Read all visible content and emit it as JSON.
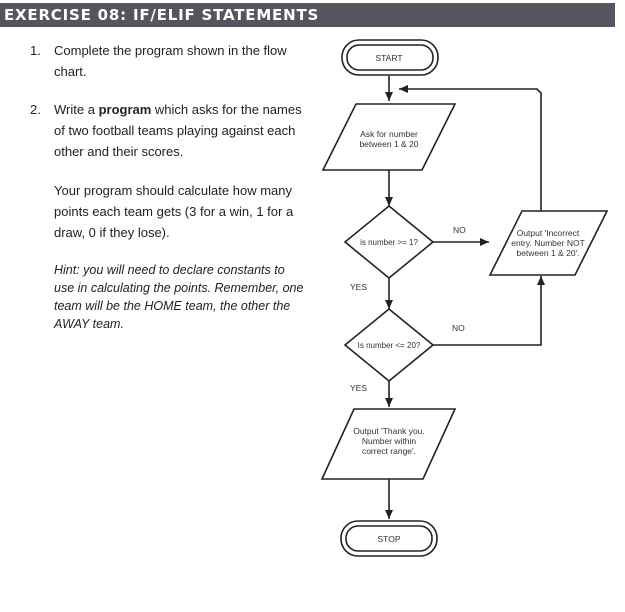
{
  "header": {
    "title": "EXERCISE 08: IF/ELIF STATEMENTS"
  },
  "instructions": {
    "item1": {
      "number": "1.",
      "text": "Complete the program shown in the flow chart."
    },
    "item2": {
      "number": "2.",
      "pre": "Write a ",
      "bold": "program",
      "post": " which asks for the names of two football teams playing against each other and their scores."
    },
    "para": "Your program should calculate how many points each team gets (3 for a win, 1 for a draw, 0 if they lose).",
    "hint": "Hint: you will need to declare constants to use in calculating the points. Remember, one team will be the HOME team, the other the AWAY team."
  },
  "flowchart": {
    "start": "START",
    "ask_line1": "Ask for number",
    "ask_line2": "between 1 & 20",
    "decision1": "is number >= 1?",
    "decision2": "Is number <= 20?",
    "yes1": "YES",
    "yes2": "YES",
    "no1": "NO",
    "no2": "NO",
    "incorrect_line1": "Output 'Incorrect",
    "incorrect_line2": "entry. Number NOT",
    "incorrect_line3": "between 1 & 20'.",
    "thanks_line1": "Output 'Thank you.",
    "thanks_line2": "Number within",
    "thanks_line3": "correct range'.",
    "stop": "STOP"
  }
}
